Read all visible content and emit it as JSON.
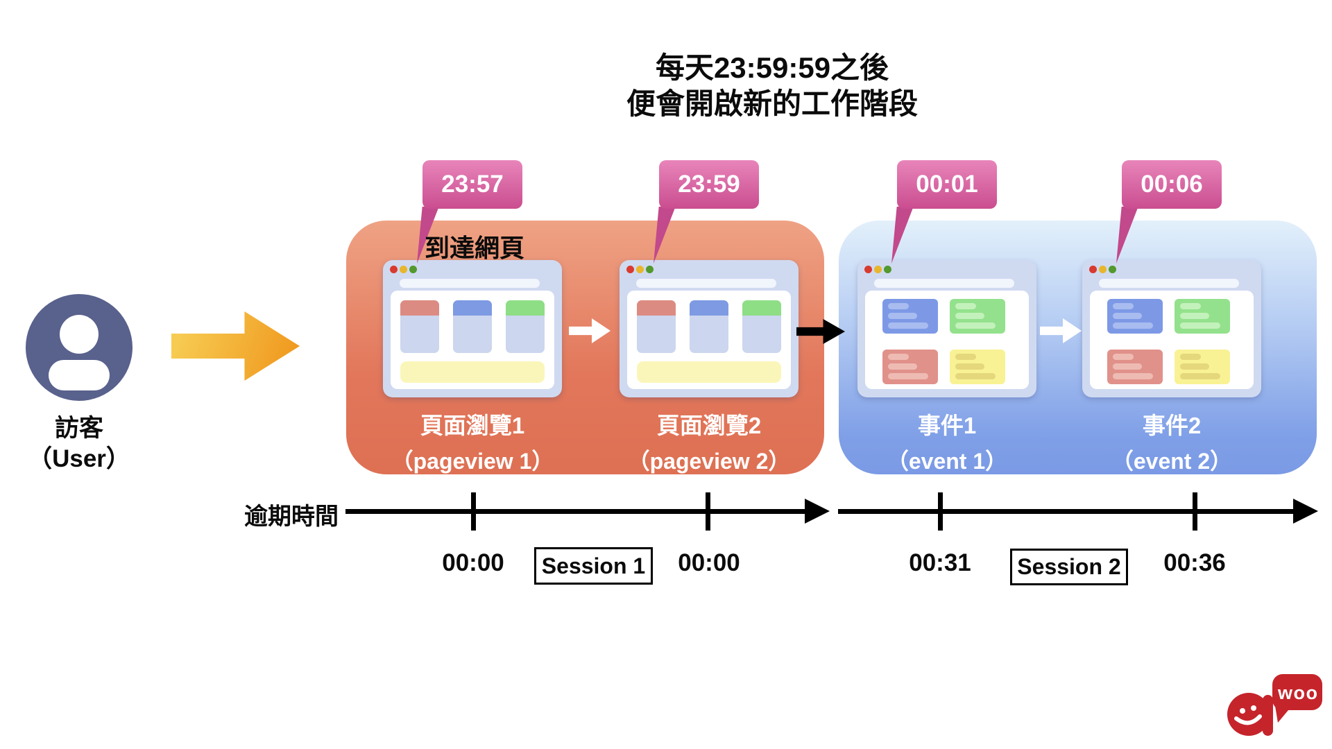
{
  "title": {
    "line1": "每天23:59:59之後",
    "line2": "便會開啟新的工作階段"
  },
  "user": {
    "name_zh": "訪客",
    "name_en": "（User）"
  },
  "arrival_label": "到達網頁",
  "bubbles": [
    {
      "time": "23:57"
    },
    {
      "time": "23:59"
    },
    {
      "time": "00:01"
    },
    {
      "time": "00:06"
    }
  ],
  "windows": [
    {
      "label_zh": "頁面瀏覽1",
      "label_en": "（pageview 1）"
    },
    {
      "label_zh": "頁面瀏覽2",
      "label_en": "（pageview 2）"
    },
    {
      "label_zh": "事件1",
      "label_en": "（event 1）"
    },
    {
      "label_zh": "事件2",
      "label_en": "（event 2）"
    }
  ],
  "timeline": {
    "label": "逾期時間",
    "times": [
      "00:00",
      "00:00",
      "00:31",
      "00:36"
    ],
    "sessions": [
      "Session 1",
      "Session 2"
    ]
  },
  "logo": {
    "bubble_text": "woo"
  },
  "colors": {
    "orange_box_top": "#efa284",
    "orange_box_bottom": "#de7053",
    "blue_box_top": "#e3f0fb",
    "blue_box_bottom": "#7b9ae5",
    "bubble_pink": "#ca4d90",
    "user_icon": "#59618d",
    "arrow_yellow": "#f09a20",
    "timeline_black": "#000000",
    "logo_red": "#c5242b"
  }
}
